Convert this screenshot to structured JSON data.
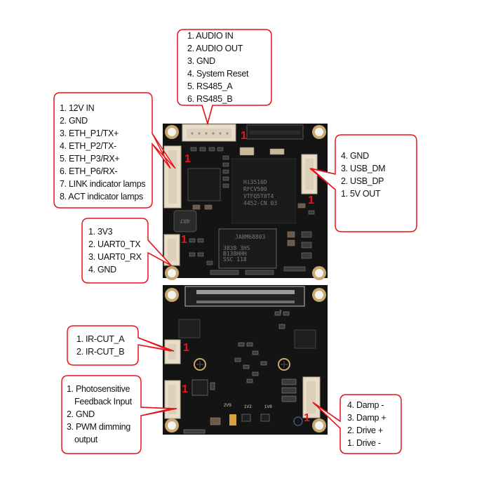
{
  "colors": {
    "callout_border": "#e8141b",
    "pointer": "#e8141b",
    "pcb": "#141414",
    "connector": "#e9dcc8",
    "mount_ring": "#c9a96e",
    "pin1_marker": "#e8141b"
  },
  "pin1_label": "1",
  "callouts": {
    "top_connector": {
      "pins": [
        "1. AUDIO IN",
        "2. AUDIO OUT",
        "3. GND",
        "4. System Reset",
        "5. RS485_A",
        "6. RS485_B"
      ]
    },
    "left_ethernet": {
      "pins": [
        "1. 12V IN",
        "2. GND",
        "3. ETH_P1/TX+",
        "4. ETH_P2/TX-",
        "5. ETH_P3/RX+",
        "6. ETH_P6/RX-",
        "7. LINK indicator lamps",
        "8. ACT indicator lamps"
      ]
    },
    "right_usb": {
      "pins": [
        "4. GND",
        "3. USB_DM",
        "2. USB_DP",
        "1. 5V OUT"
      ]
    },
    "left_uart": {
      "pins": [
        "1. 3V3",
        "2. UART0_TX",
        "3. UART0_RX",
        "4. GND"
      ]
    },
    "left_ircut": {
      "pins": [
        "1. IR-CUT_A",
        "2. IR-CUT_B"
      ]
    },
    "left_photosensitive": {
      "lines": [
        "1. Photosensitive",
        "Feedback Input",
        "2. GND",
        "3. PWM dimming",
        "output"
      ]
    },
    "right_damp_drive": {
      "pins": [
        "4. Damp -",
        "3. Damp +",
        "2. Drive +",
        "1. Drive -"
      ]
    }
  },
  "board": {
    "soc_marking": [
      "Hi3516D",
      "RFCV500",
      "VTFQ5T0T4",
      "4452-CN  03"
    ],
    "memory_marking": [
      "JA8M68803",
      "3838 3HS",
      "B138HHH",
      "SSC 118"
    ],
    "inductor_marking": "4R7",
    "silkscreen": [
      "2V9",
      "1V2",
      "1V8",
      "2"
    ]
  }
}
